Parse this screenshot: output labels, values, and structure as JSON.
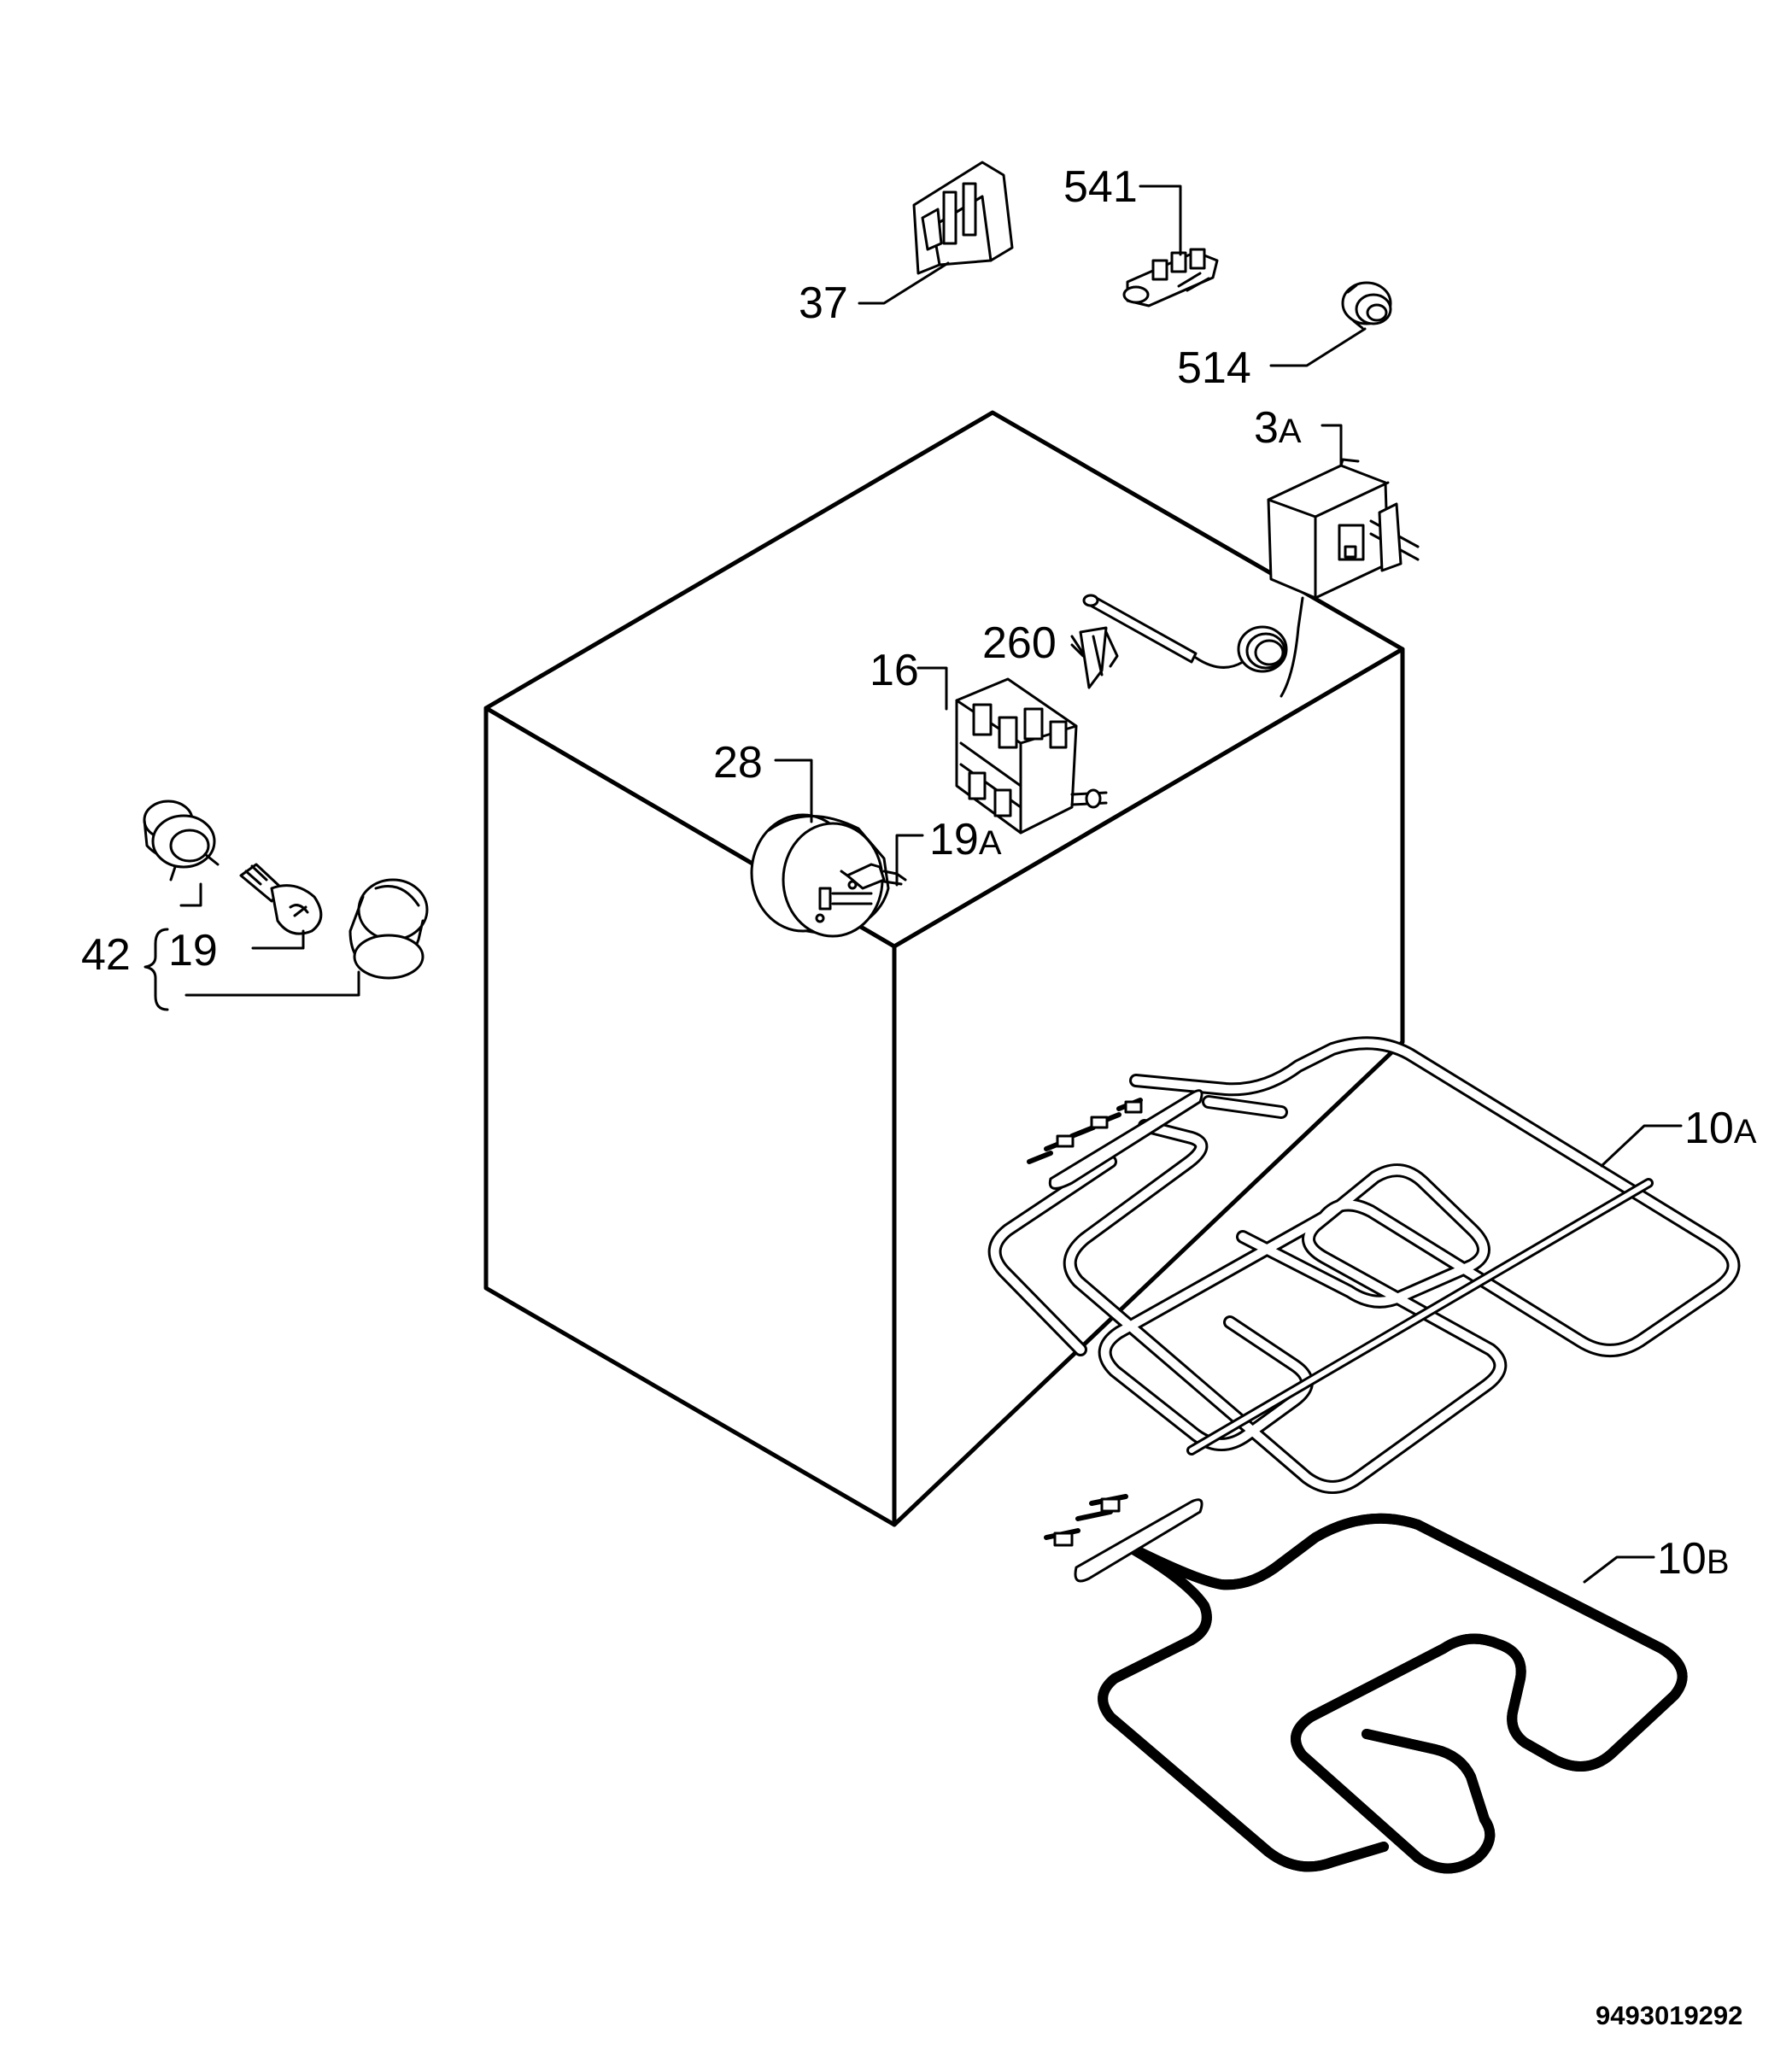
{
  "parts": {
    "p37": "37",
    "p541": "541",
    "p514": "514",
    "p3a_num": "3",
    "p3a_suffix": "A",
    "p260": "260",
    "p16": "16",
    "p28": "28",
    "p19a_num": "19",
    "p19a_suffix": "A",
    "p42": "42",
    "p19": "19",
    "p10a_num": "10",
    "p10a_suffix": "A",
    "p10b_num": "10",
    "p10b_suffix": "B"
  },
  "document_number": "9493019292",
  "colors": {
    "ink": "#000000",
    "paper": "#ffffff"
  }
}
